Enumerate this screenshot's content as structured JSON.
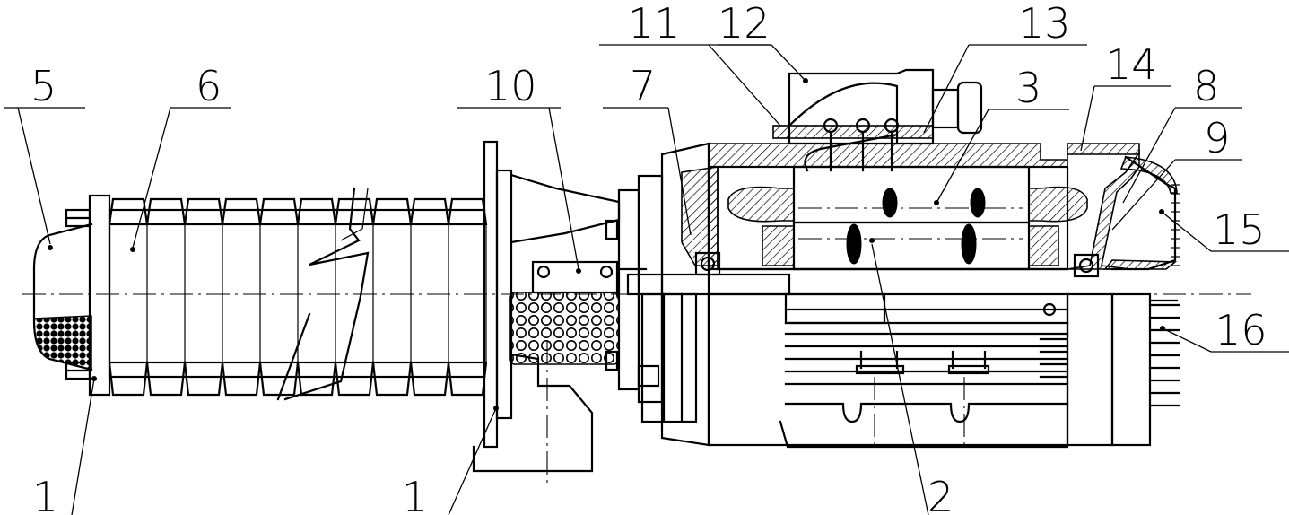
{
  "callouts": [
    {
      "id": "c5",
      "label": "5"
    },
    {
      "id": "c6",
      "label": "6"
    },
    {
      "id": "c10",
      "label": "10"
    },
    {
      "id": "c7",
      "label": "7"
    },
    {
      "id": "c11",
      "label": "11"
    },
    {
      "id": "c12",
      "label": "12"
    },
    {
      "id": "c13",
      "label": "13"
    },
    {
      "id": "c3",
      "label": "3"
    },
    {
      "id": "c14",
      "label": "14"
    },
    {
      "id": "c8",
      "label": "8"
    },
    {
      "id": "c9",
      "label": "9"
    },
    {
      "id": "c15",
      "label": "15"
    },
    {
      "id": "c16",
      "label": "16"
    },
    {
      "id": "c1a",
      "label": "1"
    },
    {
      "id": "c1b",
      "label": "1"
    },
    {
      "id": "c2",
      "label": "2"
    }
  ]
}
